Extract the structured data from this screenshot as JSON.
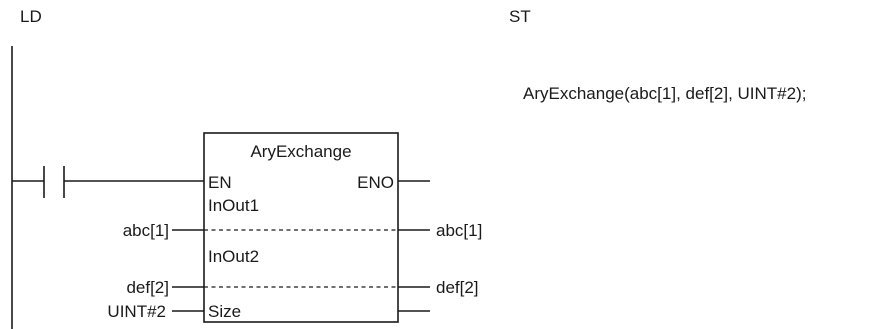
{
  "ld_label": "LD",
  "st_label": "ST",
  "st_code": "AryExchange(abc[1], def[2], UINT#2);",
  "block": {
    "name": "AryExchange",
    "en": "EN",
    "eno": "ENO",
    "inout1": "InOut1",
    "inout2": "InOut2",
    "size": "Size"
  },
  "inputs": {
    "inout1": "abc[1]",
    "inout2": "def[2]",
    "size": "UINT#2"
  },
  "outputs": {
    "inout1": "abc[1]",
    "inout2": "def[2]"
  }
}
